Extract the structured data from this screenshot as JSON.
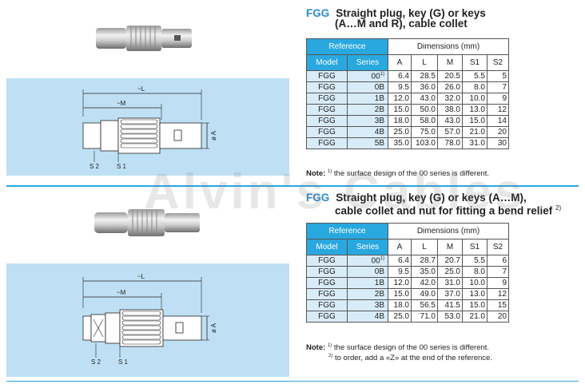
{
  "watermark": "Alvin's Cables",
  "section1": {
    "code": "FGG",
    "title_line1": "Straight plug, key (G) or keys",
    "title_line2": "(A…M and R), cable collet",
    "table": {
      "header_reference": "Reference",
      "header_dimensions": "Dimensions (mm)",
      "columns": [
        "Model",
        "Series",
        "A",
        "L",
        "M",
        "S1",
        "S2"
      ],
      "rows": [
        {
          "model": "FGG",
          "series": "00",
          "sup": "1)",
          "A": "6.4",
          "L": "28.5",
          "M": "20.5",
          "S1": "5.5",
          "S2": "5"
        },
        {
          "model": "FGG",
          "series": "0B",
          "sup": "",
          "A": "9.5",
          "L": "36.0",
          "M": "26.0",
          "S1": "8.0",
          "S2": "7"
        },
        {
          "model": "FGG",
          "series": "1B",
          "sup": "",
          "A": "12.0",
          "L": "43.0",
          "M": "32.0",
          "S1": "10.0",
          "S2": "9"
        },
        {
          "model": "FGG",
          "series": "2B",
          "sup": "",
          "A": "15.0",
          "L": "50.0",
          "M": "38.0",
          "S1": "13.0",
          "S2": "12"
        },
        {
          "model": "FGG",
          "series": "3B",
          "sup": "",
          "A": "18.0",
          "L": "58.0",
          "M": "43.0",
          "S1": "15.0",
          "S2": "14"
        },
        {
          "model": "FGG",
          "series": "4B",
          "sup": "",
          "A": "25.0",
          "L": "75.0",
          "M": "57.0",
          "S1": "21.0",
          "S2": "20"
        },
        {
          "model": "FGG",
          "series": "5B",
          "sup": "",
          "A": "35.0",
          "L": "103.0",
          "M": "78.0",
          "S1": "31.0",
          "S2": "30"
        }
      ]
    },
    "note_label": "Note:",
    "note_lines": [
      {
        "sup": "1)",
        "text": "the surface design of the 00 series is different."
      }
    ],
    "diagram": {
      "L": "~L",
      "M": "~M",
      "A": "ø A",
      "S1": "S 1",
      "S2": "S 2"
    }
  },
  "section2": {
    "code": "FGG",
    "title_line1": "Straight plug, key (G) or keys (A…M),",
    "title_line2": "cable collet and nut for fitting a bend relief",
    "title_sup": "2)",
    "table": {
      "header_reference": "Reference",
      "header_dimensions": "Dimensions (mm)",
      "columns": [
        "Model",
        "Series",
        "A",
        "L",
        "M",
        "S1",
        "S2"
      ],
      "rows": [
        {
          "model": "FGG",
          "series": "00",
          "sup": "1)",
          "A": "6.4",
          "L": "28.7",
          "M": "20.7",
          "S1": "5.5",
          "S2": "6"
        },
        {
          "model": "FGG",
          "series": "0B",
          "sup": "",
          "A": "9.5",
          "L": "35.0",
          "M": "25.0",
          "S1": "8.0",
          "S2": "7"
        },
        {
          "model": "FGG",
          "series": "1B",
          "sup": "",
          "A": "12.0",
          "L": "42.0",
          "M": "31.0",
          "S1": "10.0",
          "S2": "9"
        },
        {
          "model": "FGG",
          "series": "2B",
          "sup": "",
          "A": "15.0",
          "L": "49.0",
          "M": "37.0",
          "S1": "13.0",
          "S2": "12"
        },
        {
          "model": "FGG",
          "series": "3B",
          "sup": "",
          "A": "18.0",
          "L": "56.5",
          "M": "41.5",
          "S1": "15.0",
          "S2": "15"
        },
        {
          "model": "FGG",
          "series": "4B",
          "sup": "",
          "A": "25.0",
          "L": "71.0",
          "M": "53.0",
          "S1": "21.0",
          "S2": "20"
        }
      ]
    },
    "note_label": "Note:",
    "note_lines": [
      {
        "sup": "1)",
        "text": "the surface design of the 00 series is different."
      },
      {
        "sup": "2)",
        "text": "to order, add a «Z» at the end of the reference."
      }
    ],
    "diagram": {
      "L": "~L",
      "M": "~M",
      "A": "ø A",
      "S1": "S 1",
      "S2": "S 2"
    }
  },
  "colors": {
    "accent": "#29a8e0",
    "panel_bg": "#bfe0f4",
    "title_code": "#2a8ccf",
    "row_tint": "#d8ecf8"
  }
}
